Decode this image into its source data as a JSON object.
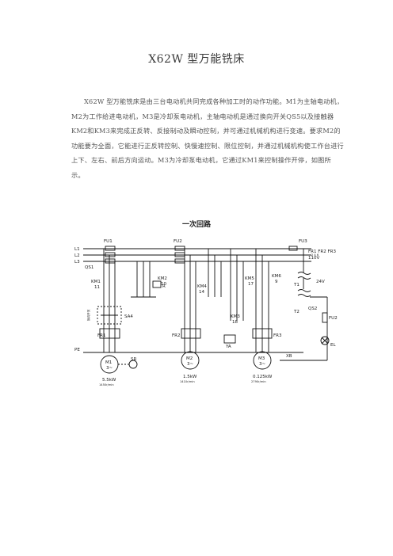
{
  "document": {
    "title": "X62W 型万能铣床",
    "paragraph": "X62W 型万能铣床是由三台电动机共同完成各种加工时的动作功能。M1为主轴电动机，M2为工作给进电动机，M3是冷却泵电动机，主轴电动机是通过换向开关QS5以及接触器KM2和KM3来完成正反转、反接制动及瞬动控制，并可通过机械机构进行变速。要求M2的功能要为全面，它能进行正反转控制、快慢速控制、限位控制，并通过机械机构使工作台进行上下、左右、前后方向运动。M3为冷却泵电动机，它通过KM1来控制操作开停，如图所示。",
    "subtitle": "一次回路"
  },
  "diagram": {
    "labels": {
      "l1": "L1",
      "l2": "L2",
      "l3": "L3",
      "fu1": "FU1",
      "fu2": "FU2",
      "fu3": "FU3",
      "qs1": "QS1",
      "km1": "KM1",
      "km1_num": "11",
      "km2": "KM2",
      "km2_num": "10",
      "r": "R",
      "km4": "KM4",
      "km4_num": "14",
      "km5": "KM5",
      "km5_num": "17",
      "km6": "KM6",
      "km6_num": "9",
      "km3": "KM3",
      "km3_num": "18",
      "ya": "YA",
      "sa4": "SA4",
      "fr1": "FR1",
      "fr2": "FR2",
      "fr3": "FR3",
      "pe": "PE",
      "xb": "XB",
      "sr": "SR",
      "m1": "M1",
      "m1_phase": "3~",
      "m1_power": "5.5kW",
      "m1_speed": "1450r/min",
      "m2": "M2",
      "m2_phase": "3~",
      "m2_power": "1.5kW",
      "m2_speed": "1410r/min",
      "m3": "M3",
      "m3_phase": "3~",
      "m3_power": "0.125kW",
      "m3_speed": "2790r/min",
      "t1": "T1",
      "t2": "T2",
      "v110": "110V",
      "v24": "24V",
      "qs2": "QS2",
      "fu2b": "FU2",
      "el": "EL",
      "fr_row": "FR1 FR2 FR3",
      "fr_nums": "2   4   6",
      "side_label": "换向开关"
    }
  }
}
